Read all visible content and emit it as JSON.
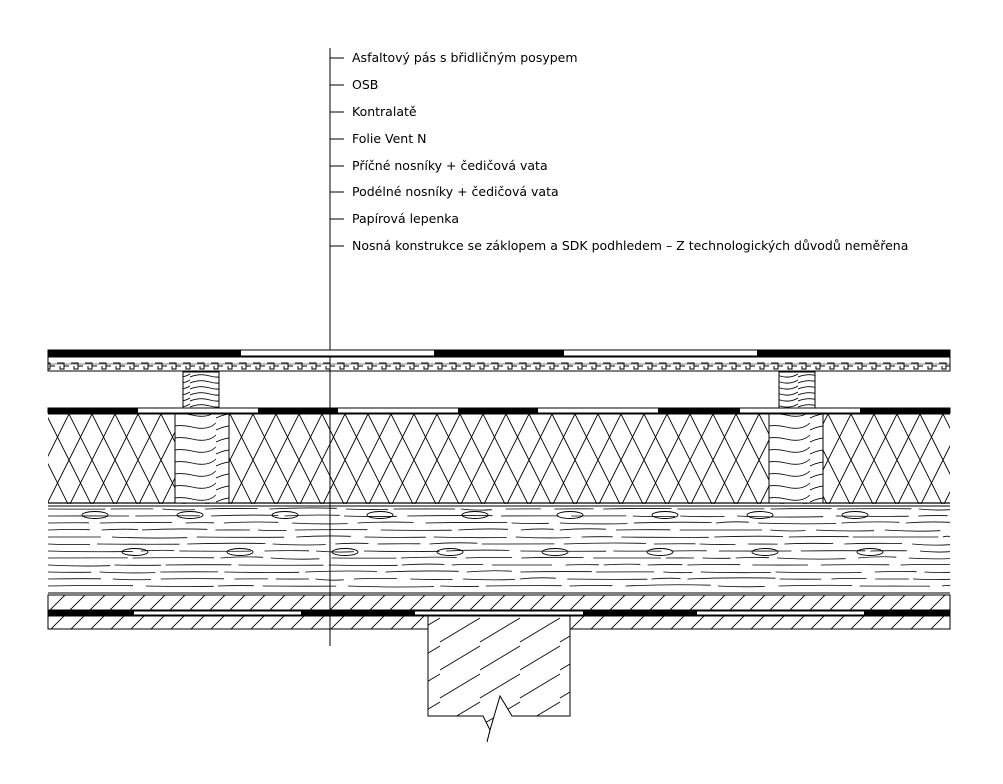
{
  "section": {
    "layers": [
      "Asfaltový pás s břidličným posypem",
      "OSB",
      "Kontralatě",
      "Folie Vent N",
      "Příčné nosníky + čedičová vata",
      "Podélné nosníky + čedičová vata",
      "Papírová lepenka",
      "Nosná konstrukce se záklopem a SDK podhledem – Z technologických důvodů neměřena"
    ]
  }
}
